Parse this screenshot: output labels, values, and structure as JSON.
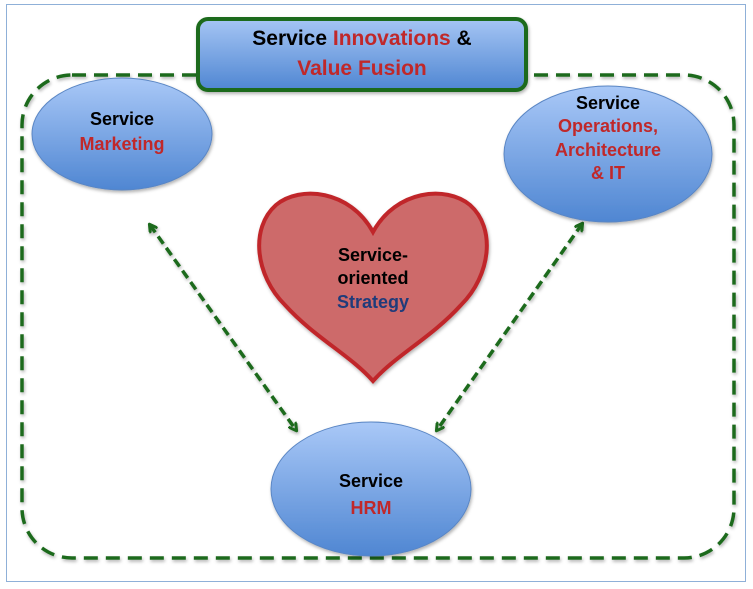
{
  "title": {
    "line1_black": "Service",
    "line1_red": "Innovations",
    "line1_amp": "&",
    "line2_red": "Value Fusion"
  },
  "nodes": {
    "marketing": {
      "line1": "Service",
      "line2": "Marketing"
    },
    "operations": {
      "line1": "Service",
      "line2": "Operations,",
      "line3": "Architecture",
      "line4": "& IT"
    },
    "hrm": {
      "line1": "Service",
      "line2": "HRM"
    },
    "strategy": {
      "line1": "Service-",
      "line2": "oriented",
      "line3": "Strategy"
    }
  },
  "connections": [
    {
      "from": "Service Marketing",
      "to": "Service Operations, Architecture & IT",
      "style": "dashed-bidirectional"
    },
    {
      "from": "Service Marketing",
      "to": "Service HRM",
      "style": "dashed-bidirectional"
    },
    {
      "from": "Service Operations, Architecture & IT",
      "to": "Service HRM",
      "style": "dashed-bidirectional"
    }
  ],
  "colors": {
    "accent_red": "#c0282a",
    "accent_green": "#1e6b1e",
    "ellipse_blue": "#6f9fe0",
    "heart_fill": "#cd6b6b",
    "strategy_blue": "#1f3b7a"
  }
}
